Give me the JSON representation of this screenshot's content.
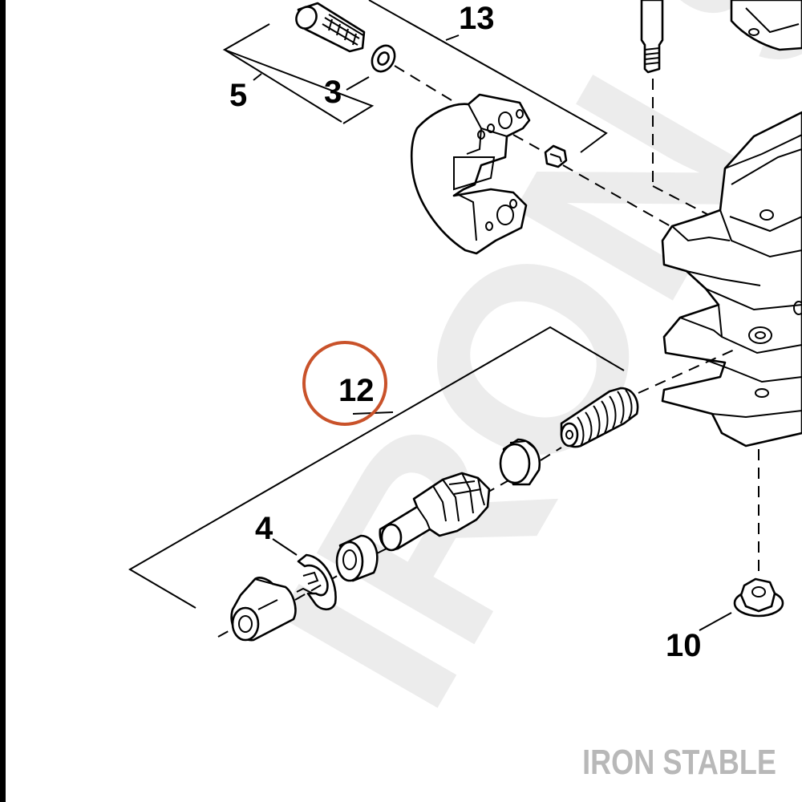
{
  "watermark": {
    "text": "IRON S"
  },
  "brand": {
    "text": "IRON STABLE"
  },
  "callouts": {
    "c13": "13",
    "c5": "5",
    "c3": "3",
    "c12": "12",
    "c4": "4",
    "c10": "10"
  },
  "highlight": {
    "target": "12",
    "color": "#c9522a"
  }
}
